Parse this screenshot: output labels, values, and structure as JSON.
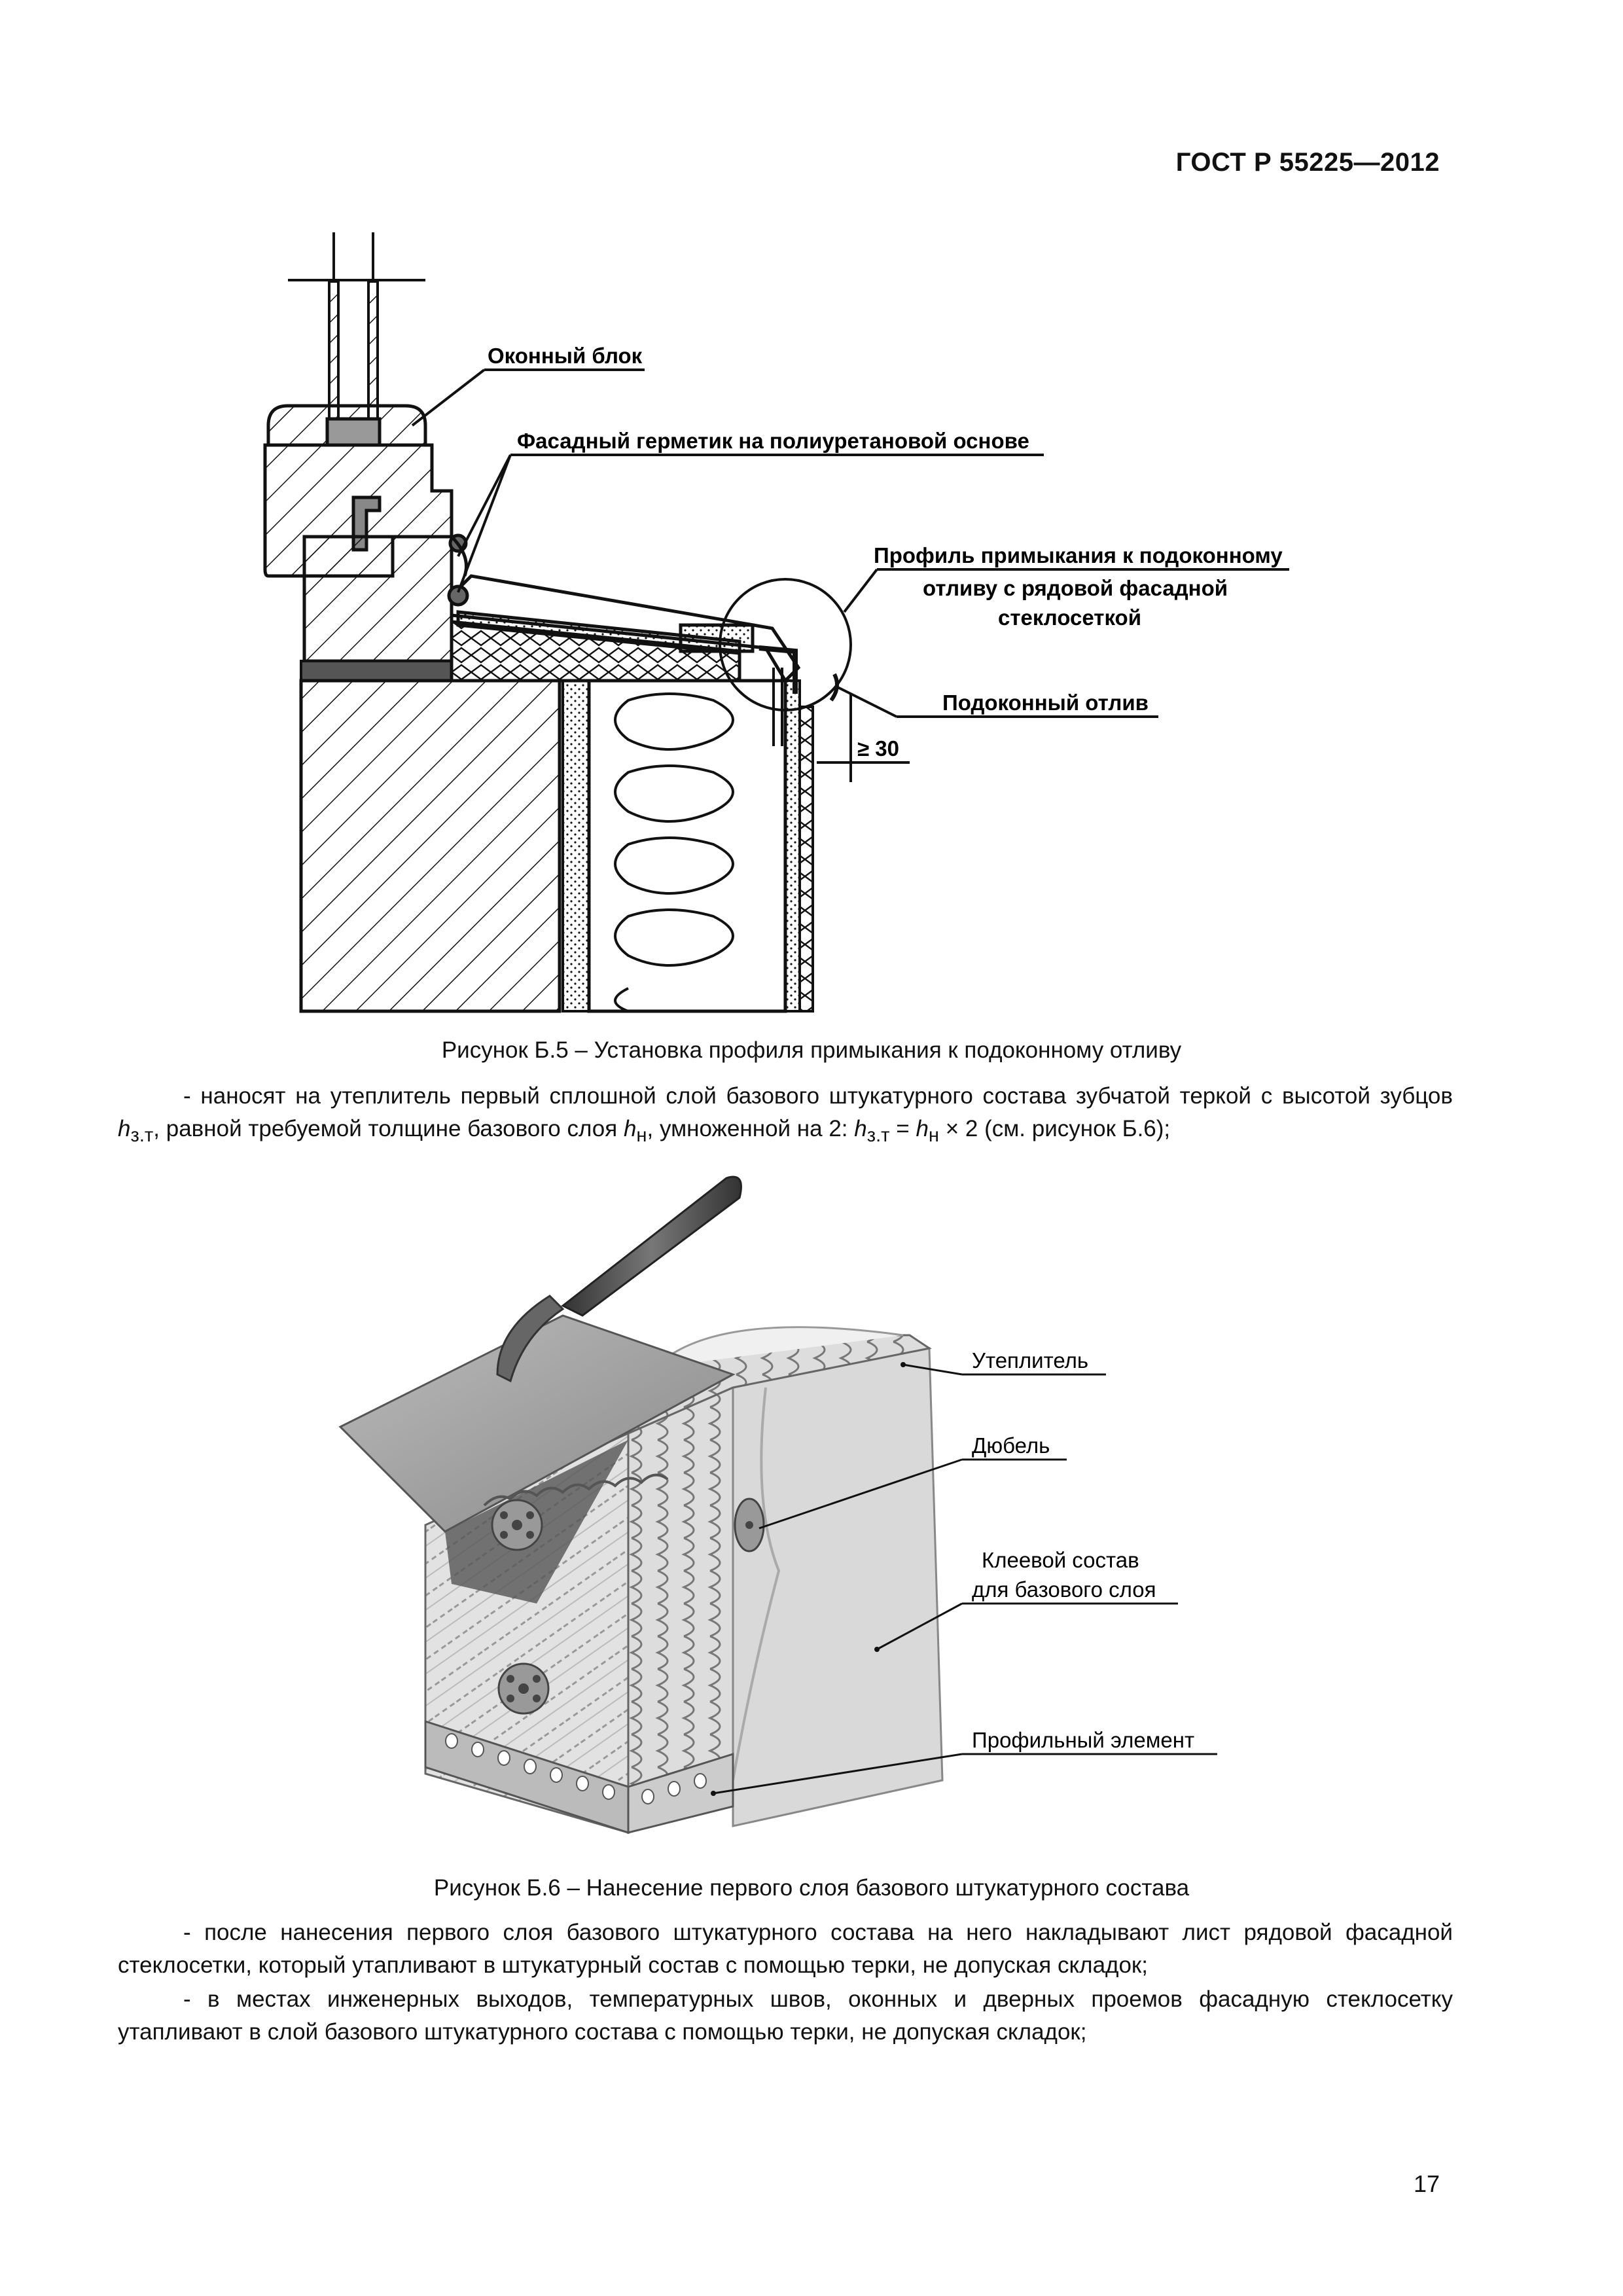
{
  "header": {
    "standard": "ГОСТ Р 55225—2012"
  },
  "figure5": {
    "labels": {
      "window_block": "Оконный блок",
      "facade_sealant": "Фасадный герметик на полиуретановой основе",
      "profile_line1": "Профиль примыкания к подоконному",
      "profile_line2": "отливу с рядовой фасадной",
      "profile_line3": "стеклосеткой",
      "sill": "Подоконный отлив",
      "dimension": "≥ 30"
    },
    "caption": "Рисунок Б.5 – Установка профиля примыкания к подоконному отливу"
  },
  "paragraph1": {
    "t1": "- наносят на утеплитель первый сплошной слой базового штукатурного состава зубчатой теркой с высотой зубцов ",
    "h": "h",
    "sub_zt": "з.т",
    "t2": ", равной требуемой толщине базового слоя ",
    "sub_n": "н",
    "t3": ", умноженной на 2: ",
    "t4": " = ",
    "t5": " × 2 (см. рисунок Б.6);"
  },
  "figure6": {
    "labels": {
      "insulation": "Утеплитель",
      "dowel": "Дюбель",
      "adhesive_line1": "Клеевой состав",
      "adhesive_line2": "для базового слоя",
      "profile_element": "Профильный элемент"
    },
    "caption": "Рисунок Б.6 – Нанесение первого слоя базового штукатурного состава"
  },
  "paragraph2": "- после нанесения первого слоя базового штукатурного состава на него накладывают лист рядовой фасадной стеклосетки, который утапливают в штукатурный состав с помощью терки, не допуская складок;",
  "paragraph3": "- в местах инженерных выходов, температурных швов, оконных и дверных проемов фасадную стеклосетку утапливают в слой базового штукатурного состава с помощью терки, не допуская складок;",
  "page_number": "17"
}
